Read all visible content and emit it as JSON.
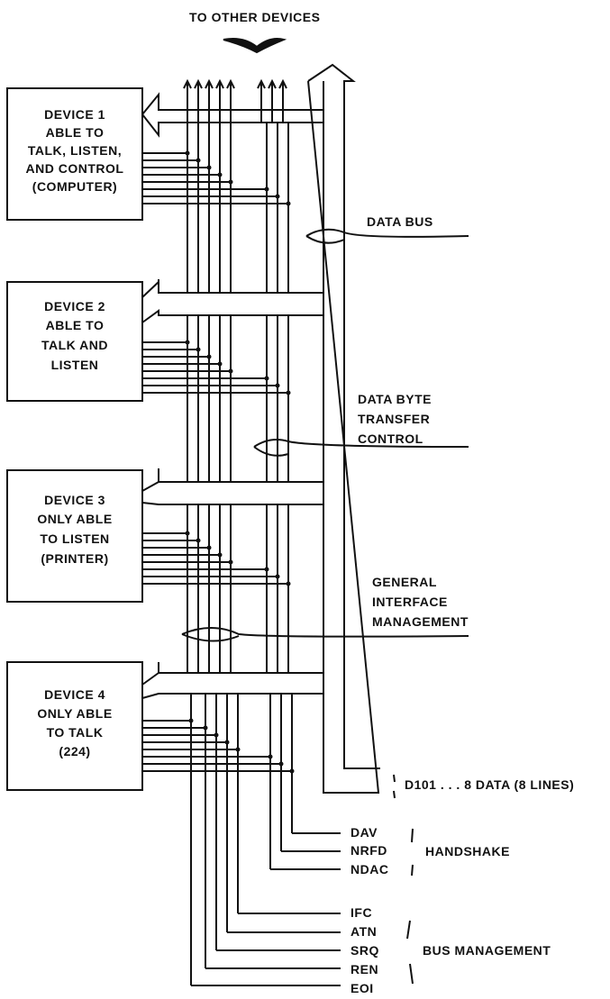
{
  "header": {
    "title": "TO OTHER DEVICES"
  },
  "devices": [
    {
      "lines": [
        "DEVICE 1",
        "ABLE TO",
        "TALK, LISTEN,",
        "AND CONTROL",
        "(COMPUTER)"
      ]
    },
    {
      "lines": [
        "DEVICE 2",
        "ABLE TO",
        "TALK AND",
        "LISTEN"
      ]
    },
    {
      "lines": [
        "DEVICE 3",
        "ONLY ABLE",
        "TO LISTEN",
        "(PRINTER)"
      ]
    },
    {
      "lines": [
        "DEVICE 4",
        "ONLY ABLE",
        "TO TALK",
        "(224)"
      ]
    }
  ],
  "bus_labels": {
    "data_bus": "DATA BUS",
    "transfer_control": [
      "DATA BYTE",
      "TRANSFER",
      "CONTROL"
    ],
    "interface_management": [
      "GENERAL",
      "INTERFACE",
      "MANAGEMENT"
    ]
  },
  "data_lines": {
    "label": "D101 . . . 8 DATA (8 LINES)"
  },
  "handshake": {
    "signals": [
      "DAV",
      "NRFD",
      "NDAC"
    ],
    "group": "HANDSHAKE"
  },
  "bus_management": {
    "signals": [
      "IFC",
      "ATN",
      "SRQ",
      "REN",
      "EOI"
    ],
    "group": "BUS MANAGEMENT"
  }
}
